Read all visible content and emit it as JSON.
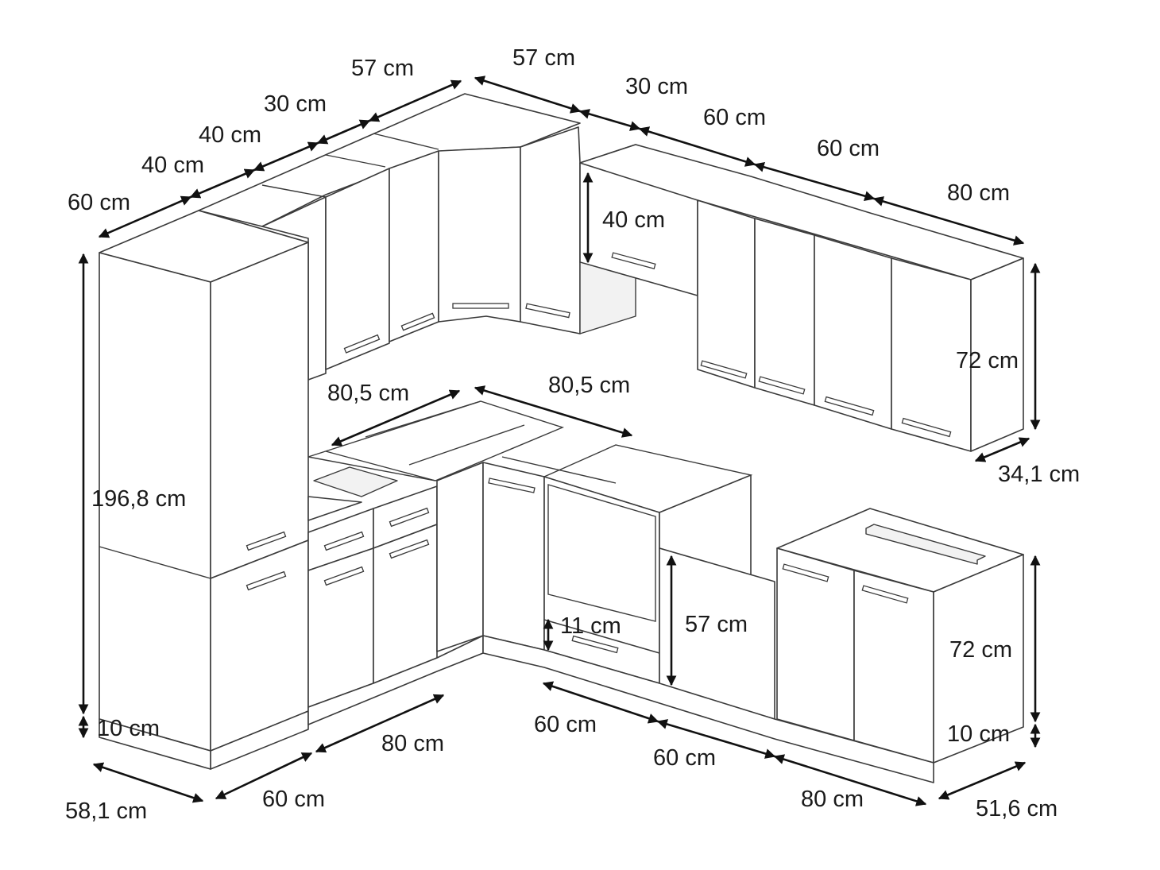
{
  "diagram": {
    "colors": {
      "line": "#3a3a3a",
      "dimension": "#111111",
      "background": "#ffffff"
    },
    "dimensions": {
      "top_left_1": "57 cm",
      "top_right_1": "57 cm",
      "top_left_2": "30 cm",
      "top_right_2": "30 cm",
      "top_left_3": "40 cm",
      "top_left_4": "40 cm",
      "top_left_5": "60 cm",
      "top_right_3": "60 cm",
      "top_right_4": "60 cm",
      "top_right_5": "80 cm",
      "hood_height": "40 cm",
      "wall_height": "72 cm",
      "wall_depth": "34,1 cm",
      "corner_left": "80,5 cm",
      "corner_right": "80,5 cm",
      "tall_height": "196,8 cm",
      "oven_drawer": "11 cm",
      "oven_opening": "57 cm",
      "base_height": "72 cm",
      "plinth_left": "10 cm",
      "plinth_right": "10 cm",
      "base_left_1": "60 cm",
      "base_left_2": "80 cm",
      "base_right_1": "60 cm",
      "base_right_2": "60 cm",
      "base_right_3": "80 cm",
      "depth_left": "58,1 cm",
      "depth_right": "51,6 cm"
    }
  }
}
